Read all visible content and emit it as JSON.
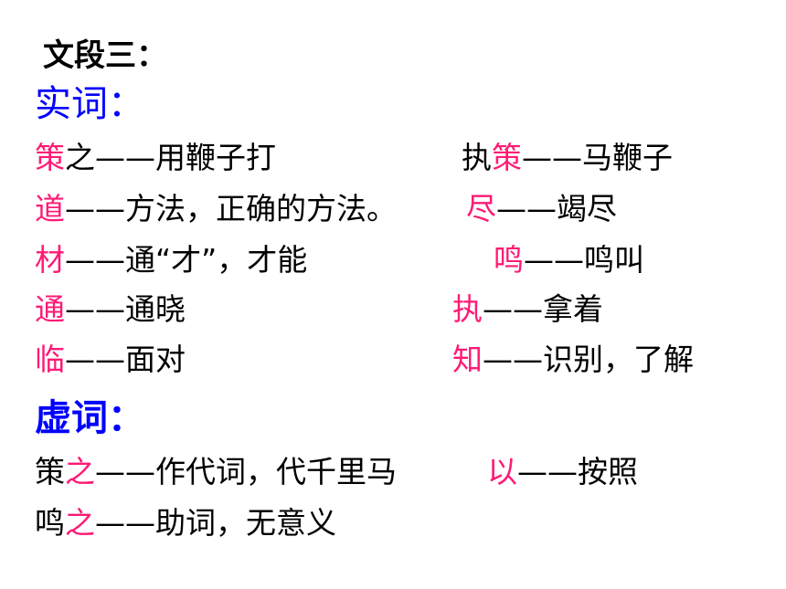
{
  "title": "文段三：",
  "shici_heading": "实词：",
  "xuci_heading": "虚词：",
  "colors": {
    "highlight": "#ff1a75",
    "heading": "#0000ff",
    "text": "#000000"
  },
  "shici": [
    {
      "hl": "策",
      "pre": "",
      "post": "之——用鞭子打"
    },
    {
      "pre": "执",
      "hl": "策",
      "post": "——马鞭子"
    },
    {
      "hl": "道",
      "pre": "",
      "post": "——方法，正确的方法。"
    },
    {
      "hl": "尽",
      "pre": "",
      "post": "——竭尽"
    },
    {
      "hl": "材",
      "pre": "",
      "post": "——通“才”，才能"
    },
    {
      "hl": "鸣",
      "pre": "",
      "post": "——鸣叫"
    },
    {
      "hl": "通",
      "pre": "",
      "post": "——通晓"
    },
    {
      "hl": "执",
      "pre": "",
      "post": "——拿着"
    },
    {
      "hl": "临",
      "pre": "",
      "post": "——面对"
    },
    {
      "hl": "知",
      "pre": "",
      "post": "——识别，了解"
    }
  ],
  "xuci": [
    {
      "pre": "策",
      "hl": "之",
      "post": "——作代词，代千里马"
    },
    {
      "pre": "",
      "hl": "以",
      "post": "——按照"
    },
    {
      "pre": "鸣",
      "hl": "之",
      "post": "——助词，无意义"
    }
  ]
}
